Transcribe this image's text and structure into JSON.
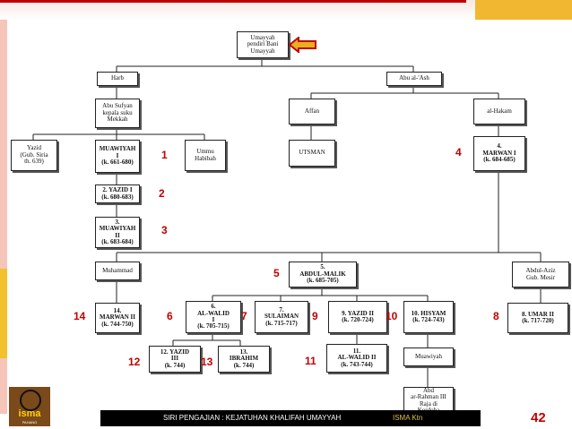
{
  "tree": {
    "umayyah": "Umayyah\npendiri Bani\nUmayyah",
    "harb": "Harb",
    "abu_al_ash": "Abu al-'Ash",
    "abu_sufyan": "Abu Sufyan\nkepala suku\nMekkah",
    "affan": "Affan",
    "al_hakam": "al-Hakam",
    "yazid_gub": "Yazid\n(Gub. Siria\nth. 639)",
    "muawiyah_1": "MUAWIYAH\nI\n(k. 661-680)",
    "ummu_habibah": "Ummu\nHabibah",
    "utsman": "UTSMAN",
    "marwan_1": "4.\nMARWAN I\n(k. 684-685)",
    "yazid_1": "2. YAZID I\n(k. 680-683)",
    "muawiyah_2": "3.\nMUAWIYAH\nII\n(k. 683-684)",
    "muhammad": "Muhammad",
    "abdul_malik": "5.\nABDUL-MALIK\n(k. 685-705)",
    "abdul_aziz": "Abdul-Aziz\nGub. Mesir",
    "marwan_2": "14.\nMARWAN II\n(k. 744-750)",
    "al_walid_1": "6.\nAL-WALID\nI\n(k. 705-715)",
    "sulaiman": "7.\nSULAIMAN\n(k. 715-717)",
    "yazid_2": "9. YAZID II\n(k. 720-724)",
    "hisyam": "10. HISYAM\n(k. 724-743)",
    "umar_2": "8. UMAR II\n(k. 717-720)",
    "yazid_3": "12. YAZID\nIII\n(k. 744)",
    "ibrahim": "13.\nIBRAHIM\n(k. 744)",
    "al_walid_2": "11.\nAL-WALID II\n(k. 743-744)",
    "muawiyah_s": "Muawiyah",
    "abd_rahman": "Abd\nar-Rahman III\nRaja di\nKordoba"
  },
  "numbers": {
    "n1": "1",
    "n2": "2",
    "n3": "3",
    "n4": "4",
    "n5": "5",
    "n6": "6",
    "n7": "7",
    "n8": "8",
    "n9": "9",
    "n10": "10",
    "n11": "11",
    "n12": "12",
    "n13": "13",
    "n14": "14"
  },
  "footer": {
    "title": "SIRI PENGAJIAN : KEJATUHAN KHALIFAH UMAYYAH",
    "org": "ISMA Ktn"
  },
  "page_number": "42",
  "logo": {
    "name": "isma",
    "sub": "PAHANG"
  },
  "colors": {
    "accent_red": "#c00000",
    "gold": "#f2b730",
    "arrow_fill": "#e8b020"
  }
}
